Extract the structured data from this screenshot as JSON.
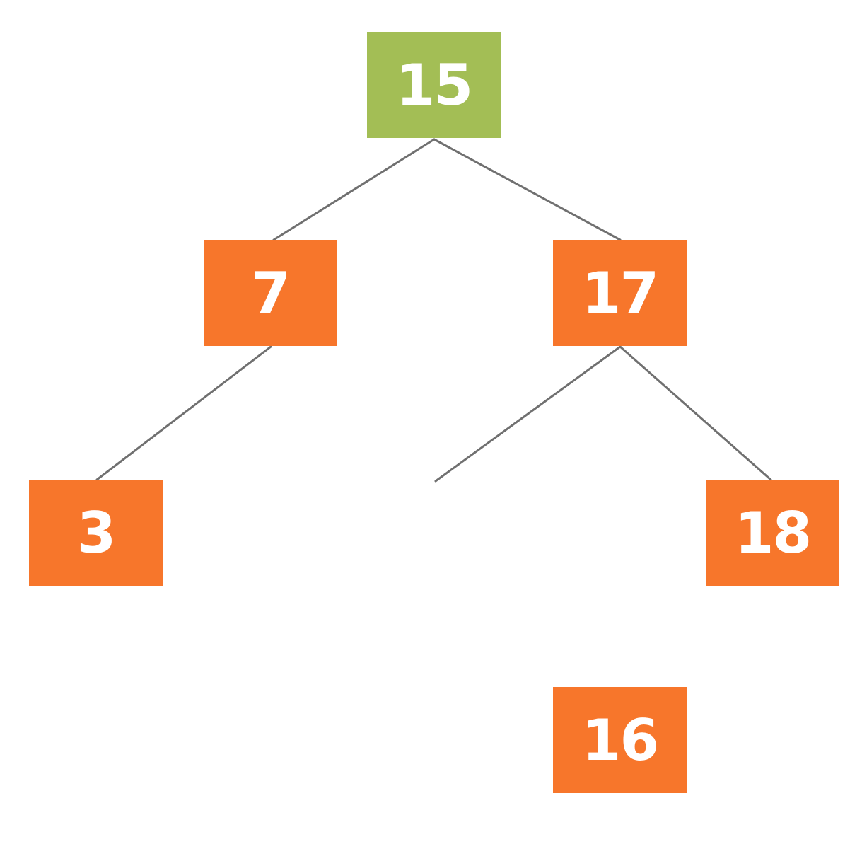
{
  "tree": {
    "colors": {
      "root": "#a3be55",
      "node": "#f7762b",
      "edge": "#707070",
      "text": "#ffffff"
    },
    "root": {
      "label": "15"
    },
    "left": {
      "label": "7"
    },
    "right": {
      "label": "17"
    },
    "left_left": {
      "label": "3"
    },
    "right_right": {
      "label": "18"
    },
    "new_node": {
      "label": "16"
    }
  }
}
